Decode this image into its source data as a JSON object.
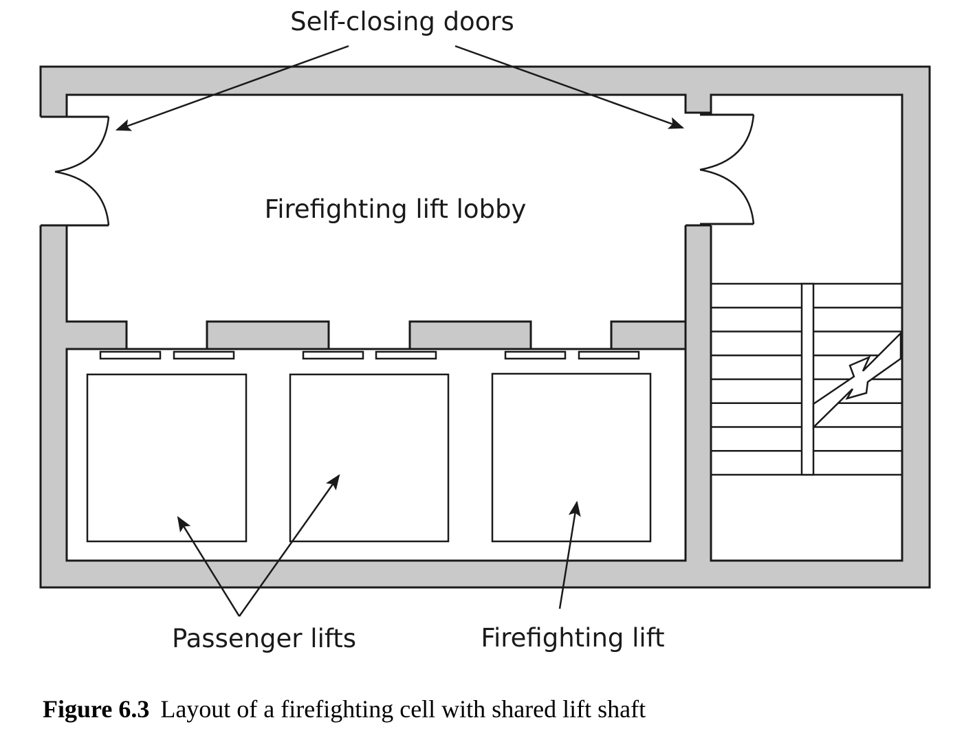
{
  "labels": {
    "self_closing_doors": "Self-closing doors",
    "lobby": "Firefighting lift lobby",
    "passenger_lifts": "Passenger lifts",
    "firefighting_lift": "Firefighting lift"
  },
  "caption": {
    "number": "Figure 6.3",
    "text": "Layout of a firefighting cell with shared lift shaft"
  },
  "components": {
    "lifts": [
      {
        "name": "Passenger lift 1",
        "type": "passenger"
      },
      {
        "name": "Passenger lift 2",
        "type": "passenger"
      },
      {
        "name": "Firefighting lift",
        "type": "firefighting"
      }
    ],
    "doors": [
      {
        "name": "Left self-closing double door"
      },
      {
        "name": "Right self-closing double door"
      }
    ],
    "stair": {
      "name": "Protected stair",
      "treads_per_flight": 8
    }
  },
  "colors": {
    "wall_fill": "#c9c9c9",
    "line": "#1a1a1a",
    "background": "#ffffff"
  }
}
